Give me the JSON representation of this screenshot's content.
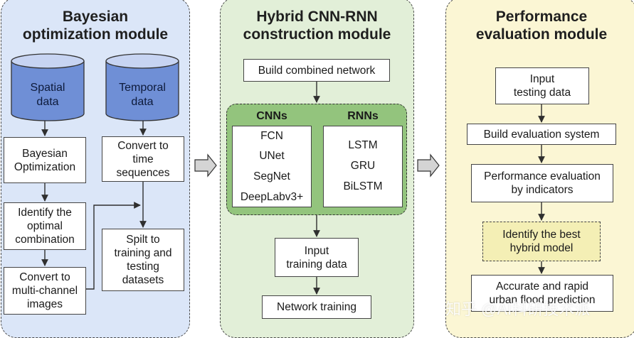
{
  "panels": {
    "bayesian": {
      "title": "Bayesian\noptimization module",
      "spatial_data": "Spatial\ndata",
      "temporal_data": "Temporal\ndata",
      "bayesian_opt": "Bayesian\nOptimization",
      "identify_optimal": "Identify the\noptimal\ncombination",
      "convert_multichannel": "Convert to\nmulti-channel\nimages",
      "convert_time": "Convert to\ntime\nsequences",
      "split": "Spilt to\ntraining and\ntesting\ndatasets"
    },
    "hybrid": {
      "title": "Hybrid CNN-RNN\nconstruction module",
      "build_network": "Build combined network",
      "cnns_title": "CNNs",
      "rnns_title": "RNNs",
      "cnns": [
        "FCN",
        "UNet",
        "SegNet",
        "DeepLabv3+"
      ],
      "rnns": [
        "LSTM",
        "GRU",
        "BiLSTM"
      ],
      "input_training": "Input\ntraining data",
      "network_training": "Network training"
    },
    "performance": {
      "title": "Performance\nevaluation module",
      "input_testing": "Input\ntesting data",
      "build_eval": "Build evaluation system",
      "perf_eval": "Performance evaluation\nby indicators",
      "identify_best": "Identify the best\nhybrid model",
      "accurate": "Accurate and rapid\nurban flood prediction"
    }
  },
  "watermark": "知乎 @AI科研技术派",
  "colors": {
    "bayesian_bg": "#dbe6f8",
    "hybrid_bg": "#e2efd8",
    "performance_bg": "#fbf6d4",
    "cylinder_body": "#6f8fd6",
    "cylinder_top": "#c7d4f2",
    "nn_group": "#93c47d",
    "highlight_box": "#f4efb5",
    "arrow": "#2f2f2f"
  }
}
